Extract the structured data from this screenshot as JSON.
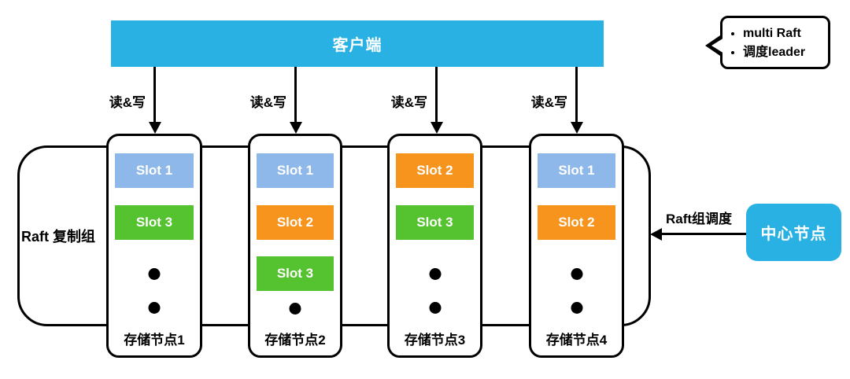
{
  "client": {
    "label": "客户端"
  },
  "read_write": {
    "labels": [
      "读&写",
      "读&写",
      "读&写",
      "读&写"
    ]
  },
  "raft_group": {
    "label": "Raft 复制组"
  },
  "callout": {
    "items": [
      "multi Raft",
      "调度leader"
    ]
  },
  "scheduling": {
    "label": "Raft组调度"
  },
  "center_node": {
    "label": "中心节点"
  },
  "storage_nodes": [
    {
      "label": "存储节点1",
      "slots": [
        {
          "label": "Slot 1",
          "color": "#8FB8EA"
        },
        {
          "label": "Slot 3",
          "color": "#55C32F"
        }
      ],
      "dots": 2
    },
    {
      "label": "存储节点2",
      "slots": [
        {
          "label": "Slot 1",
          "color": "#8FB8EA"
        },
        {
          "label": "Slot 2",
          "color": "#F7941E"
        },
        {
          "label": "Slot 3",
          "color": "#55C32F"
        }
      ],
      "dots": 1
    },
    {
      "label": "存储节点3",
      "slots": [
        {
          "label": "Slot 2",
          "color": "#F7941E"
        },
        {
          "label": "Slot 3",
          "color": "#55C32F"
        }
      ],
      "dots": 2
    },
    {
      "label": "存储节点4",
      "slots": [
        {
          "label": "Slot 1",
          "color": "#8FB8EA"
        },
        {
          "label": "Slot 2",
          "color": "#F7941E"
        }
      ],
      "dots": 2
    }
  ],
  "colors": {
    "accent_cyan": "#29B1E4",
    "slot_blue": "#8FB8EA",
    "slot_green": "#55C32F",
    "slot_orange": "#F7941E",
    "line_black": "#000000"
  }
}
